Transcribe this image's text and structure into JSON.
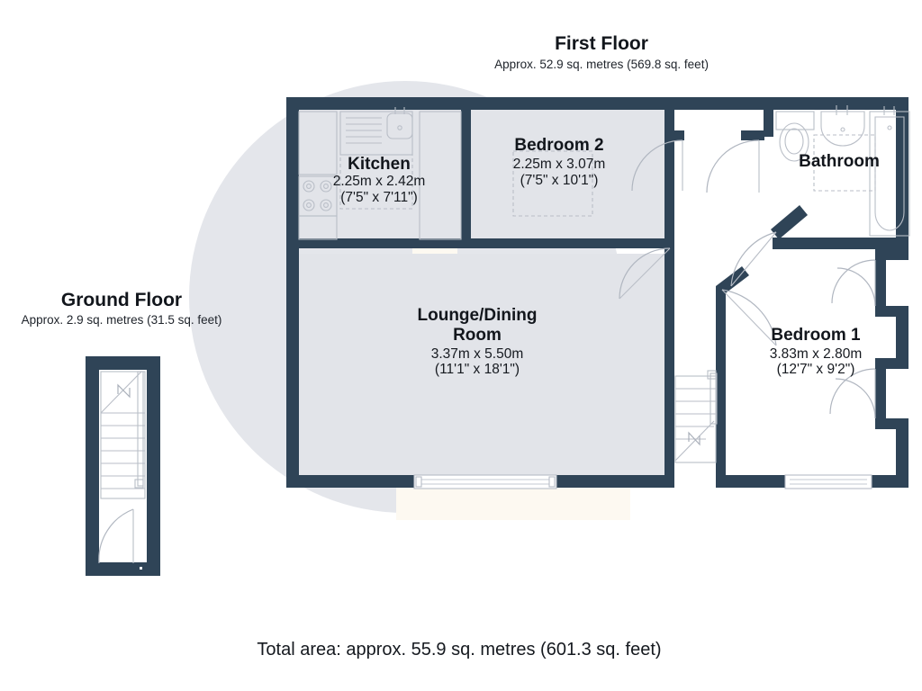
{
  "document": {
    "type": "floor-plan",
    "total_area_label": "Total area: approx. 55.9 sq. metres (601.3 sq. feet)"
  },
  "floors": [
    {
      "id": "ground",
      "title": "Ground Floor",
      "subtitle": "Approx. 2.9 sq. metres (31.5 sq. feet)",
      "features": [
        "staircase",
        "entrance-door"
      ]
    },
    {
      "id": "first",
      "title": "First Floor",
      "subtitle": "Approx. 52.9 sq. metres (569.8 sq. feet)",
      "features": [
        "staircase",
        "landing",
        "windows",
        "doors"
      ]
    }
  ],
  "rooms": [
    {
      "id": "kitchen",
      "name": "Kitchen",
      "dim_metric": "2.25m x 2.42m",
      "dim_imperial": "(7'5\" x 7'11\")",
      "fixtures": [
        "sink",
        "draining-board",
        "hob",
        "counter"
      ]
    },
    {
      "id": "bedroom-2",
      "name": "Bedroom 2",
      "dim_metric": "2.25m x 3.07m",
      "dim_imperial": "(7'5\" x 10'1\")",
      "fixtures": [
        "bed-outline"
      ]
    },
    {
      "id": "lounge-dining",
      "name_line1": "Lounge/Dining",
      "name_line2": "Room",
      "dim_metric": "3.37m x 5.50m",
      "dim_imperial": "(11'1\" x 18'1\")",
      "fixtures": [
        "window"
      ]
    },
    {
      "id": "bathroom",
      "name": "Bathroom",
      "dim_metric": "",
      "dim_imperial": "",
      "fixtures": [
        "toilet",
        "wash-basin",
        "bath-tub"
      ]
    },
    {
      "id": "bedroom-1",
      "name": "Bedroom 1",
      "dim_metric": "3.83m x 2.80m",
      "dim_imperial": "(12'7\" x 9'2\")",
      "fixtures": [
        "wardrobe-upper",
        "wardrobe-lower",
        "window"
      ]
    }
  ],
  "colors": {
    "wall": "#2f4457",
    "room_fill_grey": "#e2e4e9",
    "room_fill_white": "#ffffff",
    "watermark_circle": "#e4e6eb",
    "watermark_glyph": "#fdf9f1",
    "background": "#ffffff",
    "text": "#12161c"
  },
  "watermark": {
    "glyph": "£",
    "name": "pound-sterling-watermark"
  }
}
